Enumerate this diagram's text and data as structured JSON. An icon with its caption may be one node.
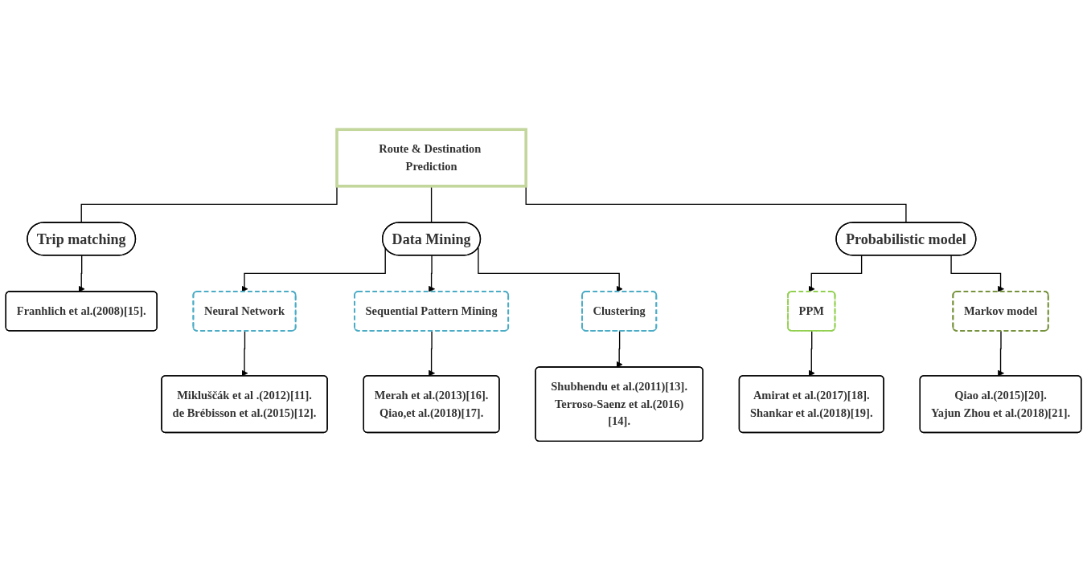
{
  "diagram": {
    "nodes": [
      {
        "text": [
          "Route & Destination Prediction"
        ]
      },
      {
        "text": [
          "Trip matching"
        ]
      },
      {
        "text": [
          "Data Mining"
        ]
      },
      {
        "text": [
          "Probabilistic model"
        ]
      },
      {
        "text": [
          "Franhlich et al.(2008)[15]."
        ]
      },
      {
        "text": [
          "Neural Network"
        ]
      },
      {
        "text": [
          "Sequential Pattern Mining"
        ]
      },
      {
        "text": [
          "Clustering"
        ]
      },
      {
        "text": [
          "Markov model"
        ]
      },
      {
        "text": [
          "PPM"
        ]
      },
      {
        "text": [
          "Mikluščák et al .(2012)[11].",
          "de Brébisson et al.(2015)[12]."
        ]
      },
      {
        "text": [
          "Amirat et al.(2017)[18].",
          "Shankar et al.(2018)[19]."
        ]
      },
      {
        "text": [
          "Merah et al.(2013)[16].",
          "Qiao,et al.(2018)[17]."
        ]
      },
      {
        "text": [
          "Shubhendu et al.(2011)[13].",
          "Terroso-Saenz et al.(2016)[14]."
        ]
      },
      {
        "text": [
          "Qiao al.(2015)[20].",
          "Yajun Zhou et al.(2018)[21]."
        ]
      }
    ],
    "edges": [
      {
        "from": 0,
        "to": 1,
        "arrow": "none"
      },
      {
        "from": 0,
        "to": 2,
        "arrow": "none"
      },
      {
        "from": 0,
        "to": 3,
        "arrow": "none"
      },
      {
        "from": 1,
        "to": 4,
        "arrow": "to"
      },
      {
        "from": 2,
        "to": 5,
        "arrow": "to"
      },
      {
        "from": 2,
        "to": 6,
        "arrow": "to"
      },
      {
        "from": 2,
        "to": 7,
        "arrow": "to"
      },
      {
        "from": 3,
        "to": 9,
        "arrow": "to"
      },
      {
        "from": 3,
        "to": 8,
        "arrow": "to"
      },
      {
        "from": 5,
        "to": 10,
        "arrow": "to"
      },
      {
        "from": 6,
        "to": 12,
        "arrow": "to"
      },
      {
        "from": 7,
        "to": 13,
        "arrow": "to"
      },
      {
        "from": 9,
        "to": 11,
        "arrow": "to"
      },
      {
        "from": 8,
        "to": 14,
        "arrow": "to"
      }
    ]
  }
}
